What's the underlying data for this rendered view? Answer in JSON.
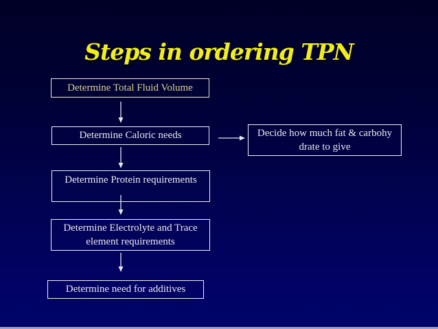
{
  "slide": {
    "title": "Steps in ordering TPN"
  },
  "flowchart": {
    "steps": [
      {
        "label": "Determine Total Fluid Volume"
      },
      {
        "label": "Determine Caloric needs"
      },
      {
        "label": "Determine Protein requirements"
      },
      {
        "label": "Determine Electrolyte and Trace\nelement requirements"
      },
      {
        "label": "Determine need for additives"
      }
    ],
    "side_branch": {
      "label": "Decide how much fat & carbohy\ndrate to give"
    }
  },
  "colors": {
    "background_top": "#000026",
    "background_bottom": "#01036a",
    "bottom_strip": "#9f9fc2",
    "title_text": "#f2ee1c",
    "box_border": "#f1f1f6",
    "box_text": "#e9e9f2",
    "accent_box_border": "#efedd2",
    "accent_box_text": "#dcd190",
    "arrow": "#e7e7f0"
  }
}
